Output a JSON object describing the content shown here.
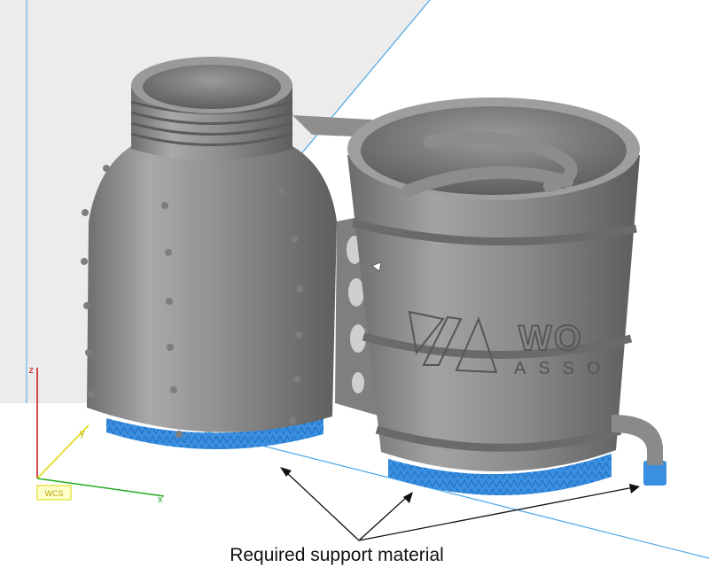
{
  "viewport": {
    "axes": {
      "x_label": "x",
      "y_label": "y",
      "z_label": "z",
      "origin_badge": "WCS"
    },
    "caption": "Required support material",
    "model_text": {
      "logo_word": "WO",
      "logo_sub": "ASSO"
    },
    "colors": {
      "background_floor": "#ffffff",
      "background_wall": "#ececec",
      "model_body": "#8c8c8c",
      "support_material": "#3b8fe0",
      "grid_line": "#4aa6e8",
      "axis_x": "#22aa22",
      "axis_y": "#d8d800",
      "axis_z": "#cc1111"
    }
  }
}
